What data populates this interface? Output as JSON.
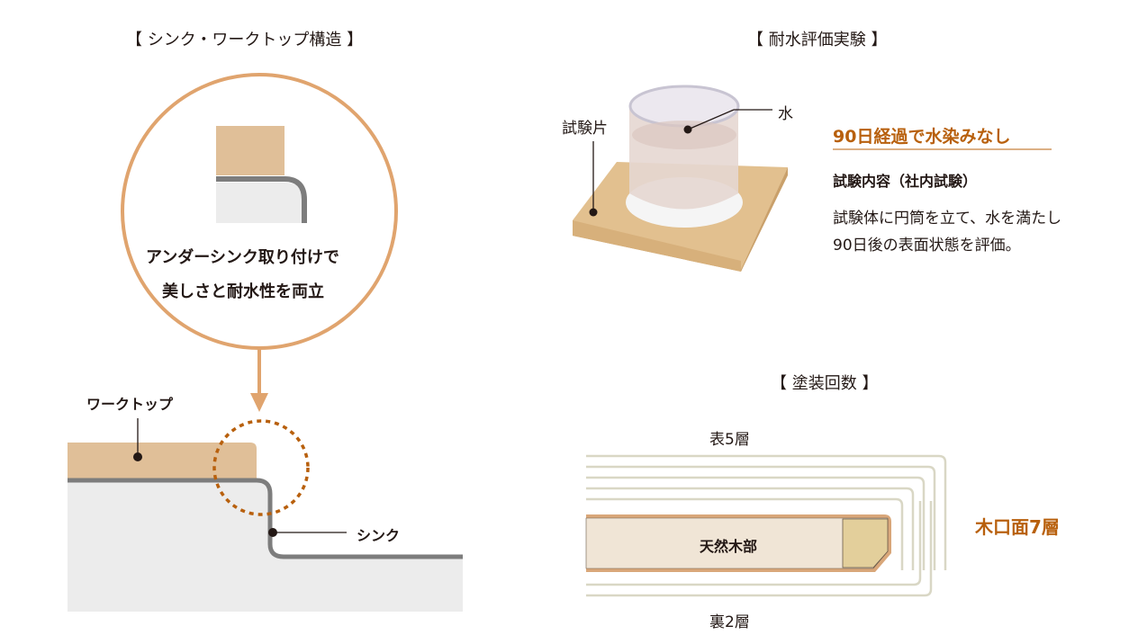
{
  "left": {
    "title": "【 シンク・ワークトップ構造 】",
    "circle_line1": "アンダーシンク取り付けで",
    "circle_line2": "美しさと耐水性を両立",
    "label_worktop": "ワークトップ",
    "label_sink": "シンク"
  },
  "right_top": {
    "title": "【 耐水評価実験 】",
    "label_specimen": "試験片",
    "label_water": "水",
    "headline": "90日経過で水染みなし",
    "test_title": "試験内容（社内試験）",
    "desc_line1": "試験体に円筒を立て、水を満たし",
    "desc_line2": "90日後の表面状態を評価。"
  },
  "right_bottom": {
    "title": "【 塗装回数 】",
    "label_top": "表5層",
    "label_bottom": "裏2層",
    "label_wood": "天然木部",
    "label_edge": "木口面7層"
  },
  "colors": {
    "accent": "#b8600d",
    "circle": "#e0a46e",
    "wood": "#e0bf98",
    "coat": "#d9d7c5"
  }
}
